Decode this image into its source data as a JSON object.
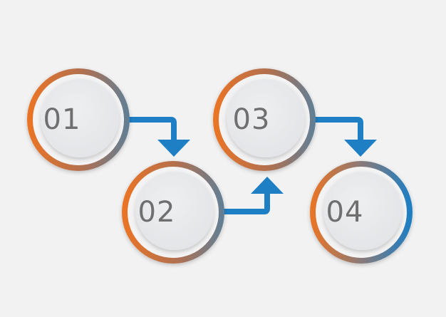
{
  "steps": [
    {
      "number": "01"
    },
    {
      "number": "02"
    },
    {
      "number": "03"
    },
    {
      "number": "04"
    }
  ],
  "colors": {
    "background": "#f2f2f2",
    "orange": "#ec7424",
    "blue": "#1a7ec6",
    "slate": "#5f7f97",
    "disc": "#e9eaec",
    "number": "#6f6f6f",
    "arrow": "#1f7fc4"
  }
}
